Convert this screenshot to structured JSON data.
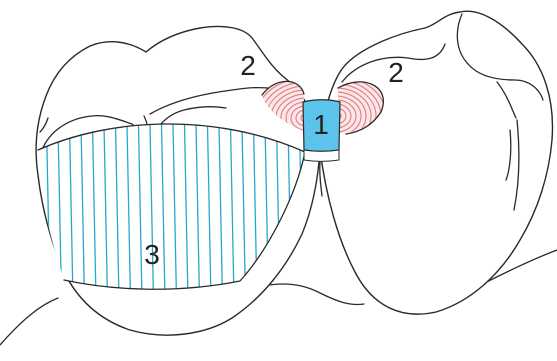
{
  "labels": {
    "contact_area": "1",
    "marginal_ridge_left": "2",
    "marginal_ridge_right": "2",
    "buccal_surface": "3"
  },
  "colors": {
    "outline": "#2a2a2a",
    "contact_fill": "#5cc3ea",
    "hatch": "#26a9c9",
    "rings": "#e07a80",
    "ring_fill": "#fbe7e8"
  }
}
